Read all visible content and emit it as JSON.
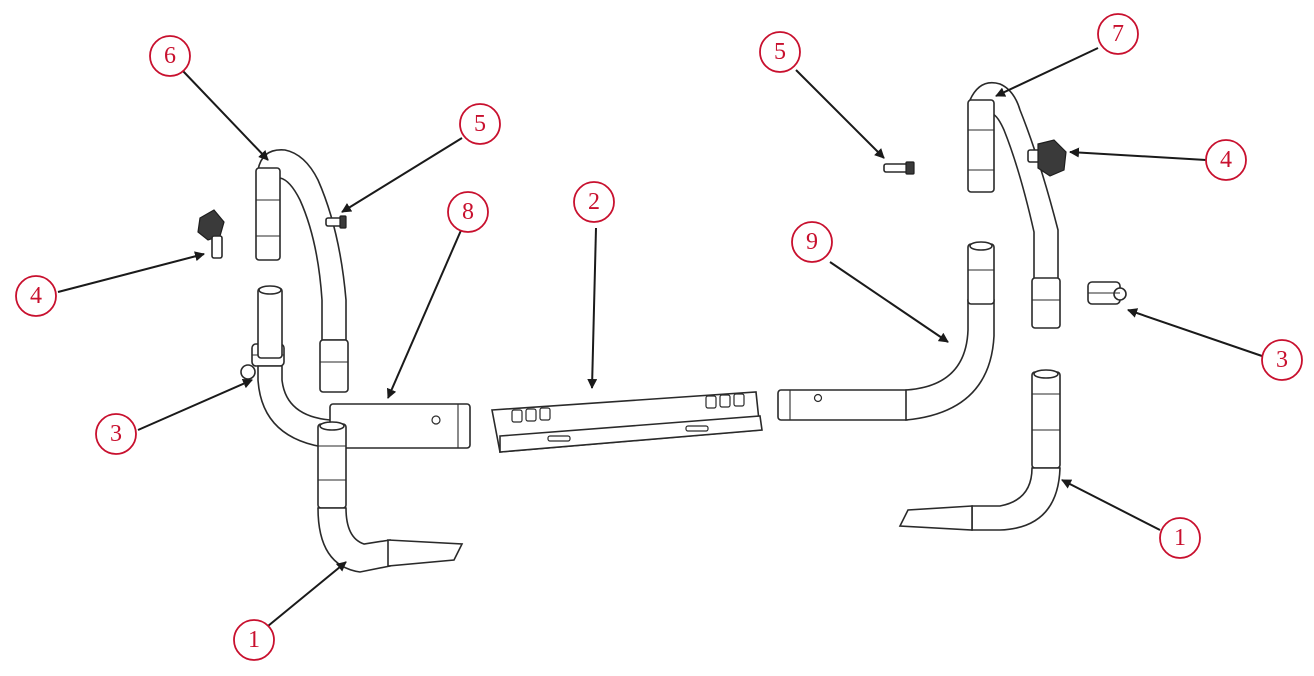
{
  "callouts": [
    {
      "id": "c6",
      "label": "6"
    },
    {
      "id": "c5a",
      "label": "5"
    },
    {
      "id": "c8",
      "label": "8"
    },
    {
      "id": "c4a",
      "label": "4"
    },
    {
      "id": "c3a",
      "label": "3"
    },
    {
      "id": "c1a",
      "label": "1"
    },
    {
      "id": "c2",
      "label": "2"
    },
    {
      "id": "c5b",
      "label": "5"
    },
    {
      "id": "c7",
      "label": "7"
    },
    {
      "id": "c4b",
      "label": "4"
    },
    {
      "id": "c9",
      "label": "9"
    },
    {
      "id": "c3b",
      "label": "3"
    },
    {
      "id": "c1b",
      "label": "1"
    }
  ]
}
